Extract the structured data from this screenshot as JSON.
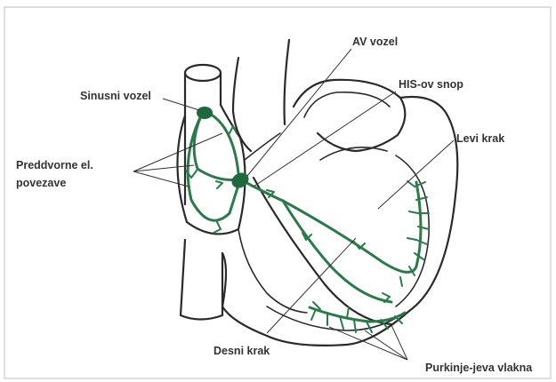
{
  "labels": {
    "sa_node": "Sinusni vozel",
    "internodal": [
      "Preddvorne el.",
      "povezave"
    ],
    "av_node": "AV vozel",
    "his_bundle": "HIS-ov snop",
    "left_branch": "Levi krak",
    "right_branch": "Desni krak",
    "purkinje": "Purkinje-jeva vlakna"
  },
  "colors": {
    "conduction": "#2a7a4a",
    "node": "#1f6a3c",
    "outline": "#2a2a2a",
    "text": "#333333",
    "his_leader": "#3a4a9a",
    "frame": "#bdbdbd"
  }
}
